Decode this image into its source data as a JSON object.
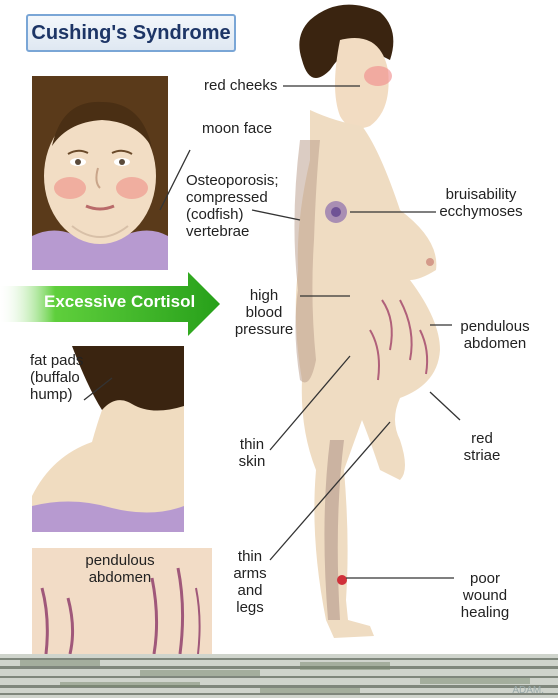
{
  "title": "Cushing's Syndrome",
  "arrow_text": "Excessive Cortisol",
  "labels": {
    "red_cheeks": "red cheeks",
    "moon_face": "moon face",
    "osteoporosis": [
      "Osteoporosis;",
      "compressed",
      "(codfish)",
      "vertebrae"
    ],
    "bruisability": [
      "bruisability",
      "ecchymoses"
    ],
    "high_bp": [
      "high",
      "blood",
      "pressure"
    ],
    "pendulous_abdomen_right": [
      "pendulous",
      "abdomen"
    ],
    "fat_pads": [
      "fat pads",
      "(buffalo",
      "hump)"
    ],
    "thin_skin": [
      "thin",
      "skin"
    ],
    "red_striae": [
      "red",
      "striae"
    ],
    "pendulous_abdomen_inset": [
      "pendulous",
      "abdomen"
    ],
    "thin_arms": [
      "thin",
      "arms",
      "and",
      "legs"
    ],
    "poor_wound": [
      "poor",
      "wound",
      "healing"
    ]
  },
  "footer": "ADAM."
}
